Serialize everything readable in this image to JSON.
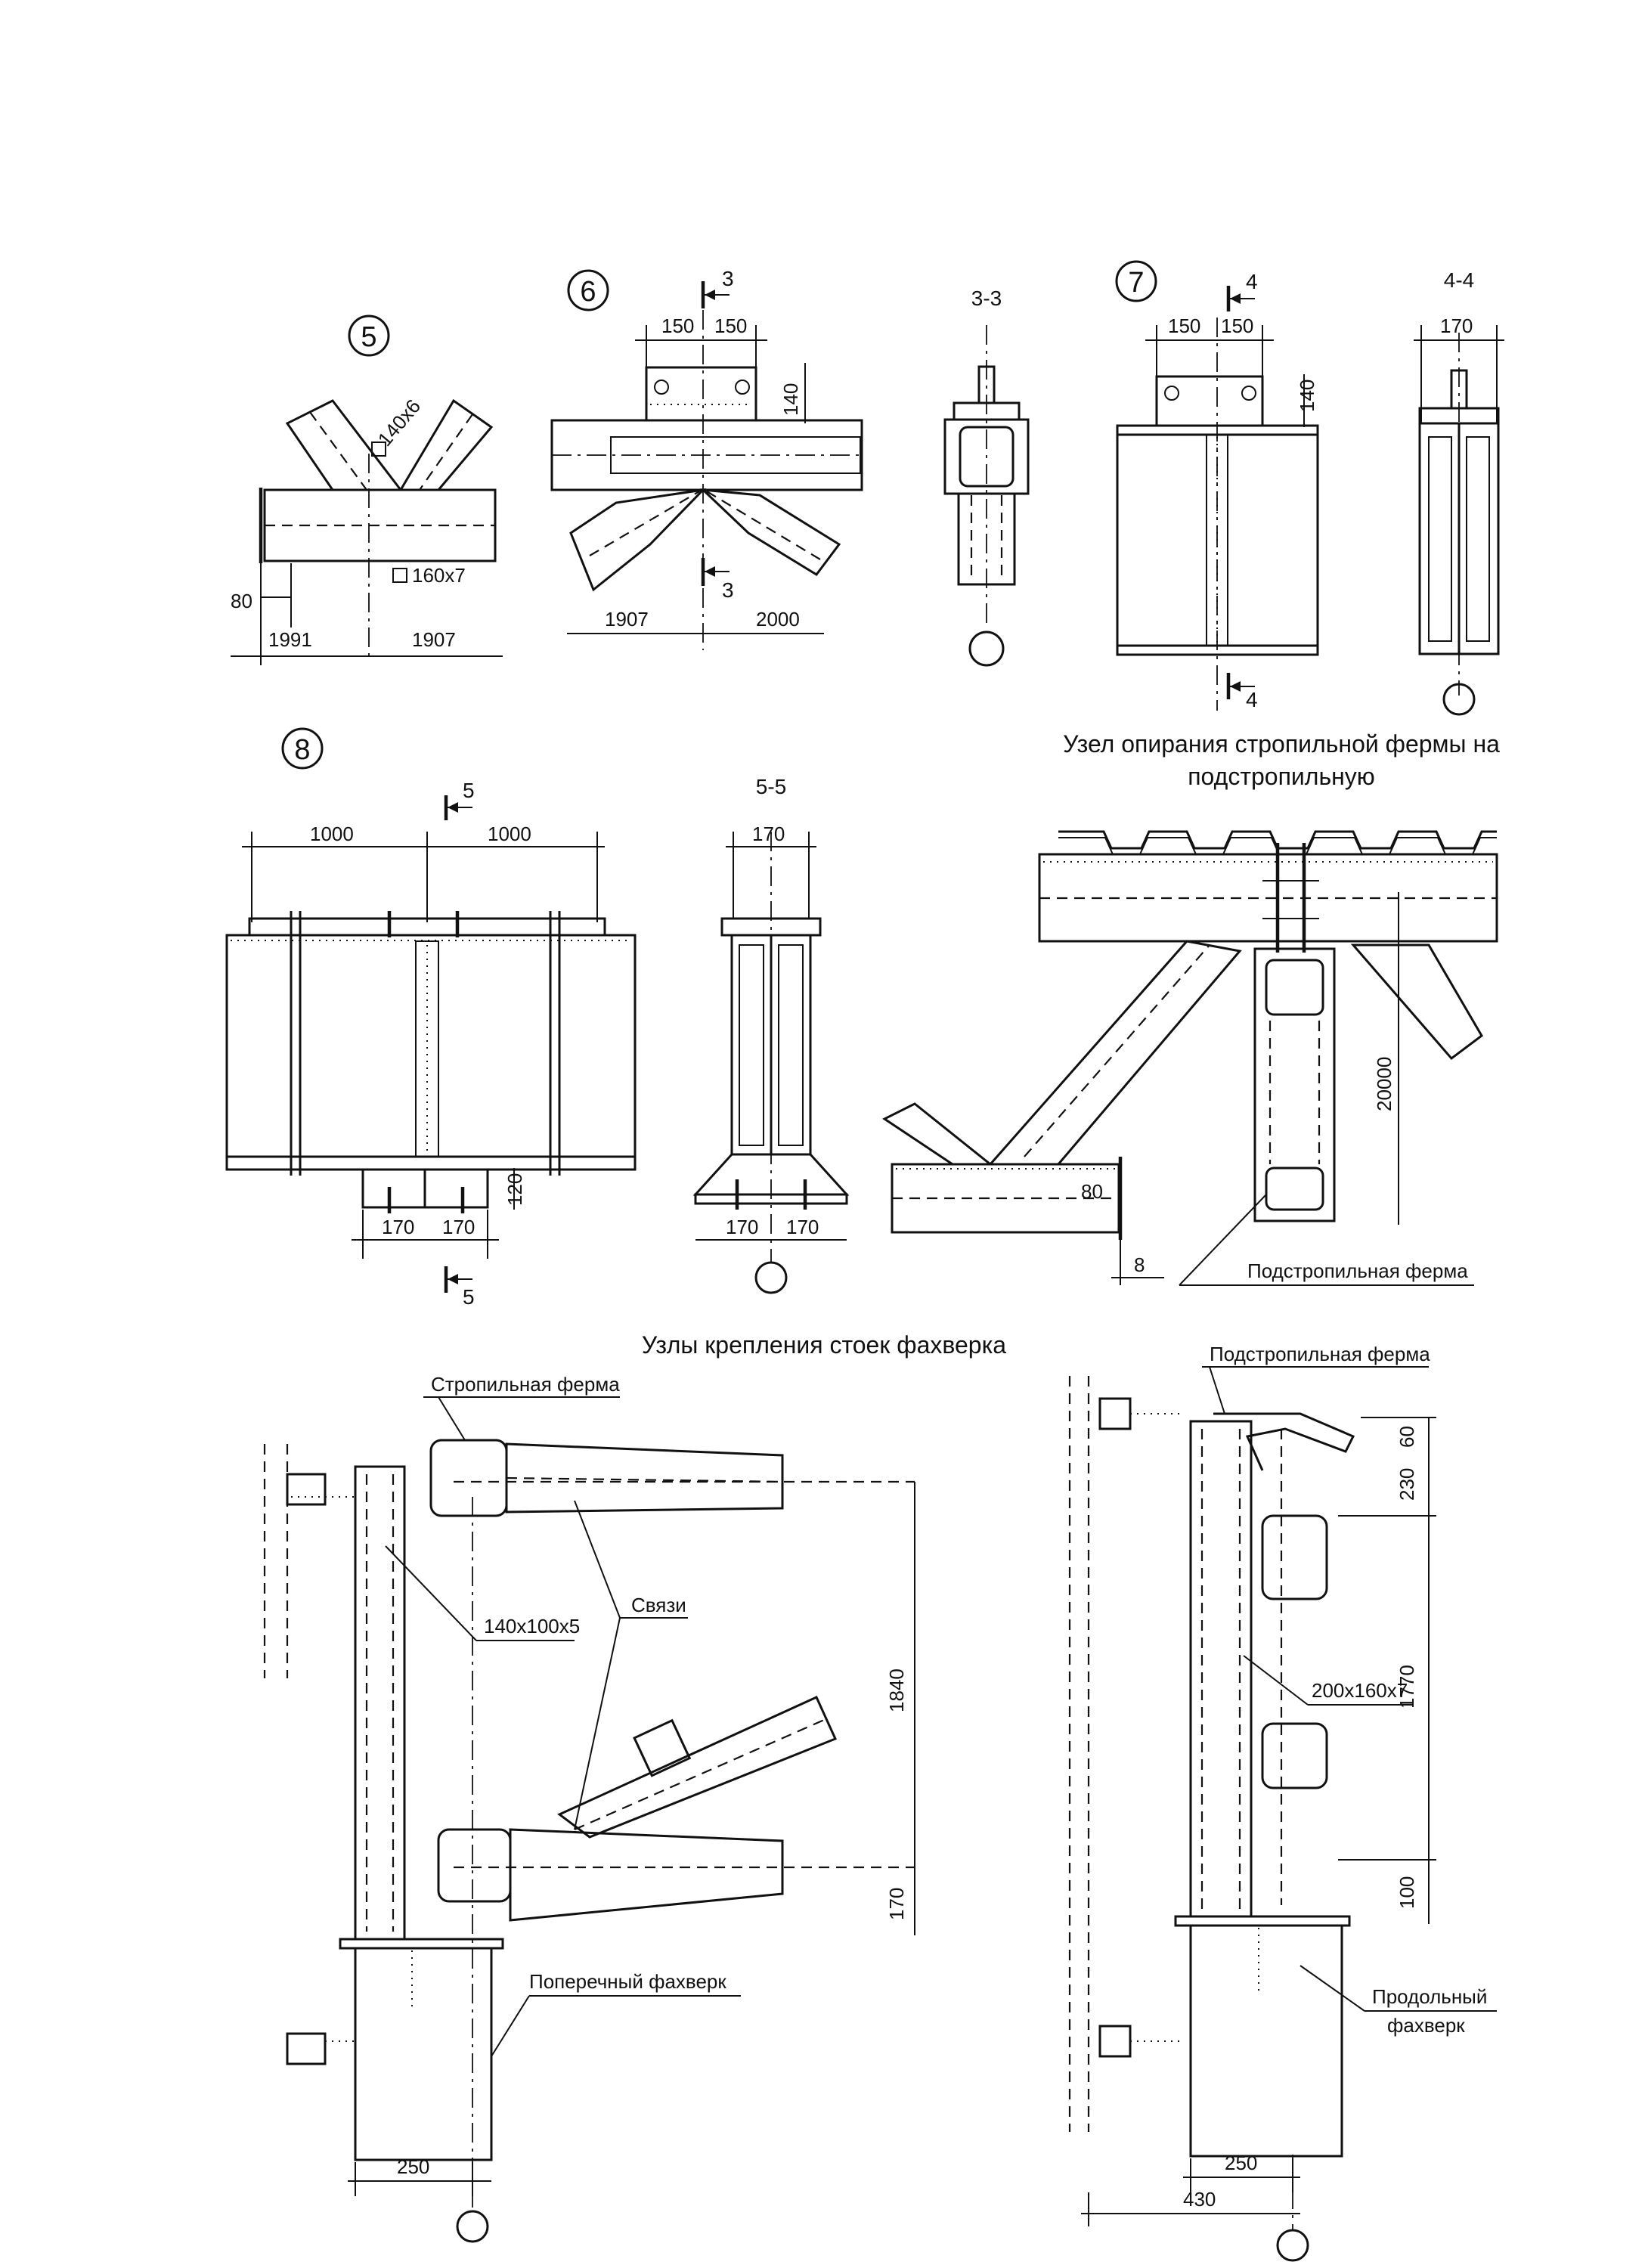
{
  "details": {
    "d5": {
      "number": "5",
      "profile_top": "140х6",
      "profile_chord": "160х7",
      "dim_80": "80",
      "dim_left": "1991",
      "dim_right": "1907"
    },
    "d6": {
      "number": "6",
      "section_mark": "3",
      "dim_150a": "150",
      "dim_150b": "150",
      "dim_140": "140",
      "dim_left": "1907",
      "dim_right": "2000"
    },
    "s33": {
      "title": "3-3"
    },
    "d7": {
      "number": "7",
      "section_mark": "4",
      "dim_150a": "150",
      "dim_150b": "150",
      "dim_140": "140"
    },
    "s44": {
      "title": "4-4",
      "dim_170": "170"
    },
    "d8": {
      "number": "8",
      "section_mark": "5",
      "dim_1000a": "1000",
      "dim_1000b": "1000",
      "dim_120": "120",
      "dim_170a": "170",
      "dim_170b": "170"
    },
    "s55": {
      "title": "5-5",
      "dim_top": "170",
      "dim_170a": "170",
      "dim_170b": "170"
    },
    "support": {
      "title_line1": "Узел опирания стропильной фермы на",
      "title_line2": "подстропильную",
      "dim_20000": "20000",
      "dim_80": "80",
      "dim_8": "8",
      "label": "Подстропильная ферма"
    },
    "fachwerk": {
      "title": "Узлы крепления стоек фахверка",
      "left": {
        "label_truss": "Стропильная ферма",
        "label_bracing": "Связи",
        "label_profile": "140х100х5",
        "label_cross": "Поперечный фахверк",
        "dim_1840": "1840",
        "dim_170": "170",
        "dim_250": "250"
      },
      "right": {
        "label_truss": "Подстропильная ферма",
        "label_long_1": "Продольный",
        "label_long_2": "фахверк",
        "label_profile": "200х160х7",
        "dim_60": "60",
        "dim_230": "230",
        "dim_1770": "1770",
        "dim_100": "100",
        "dim_250": "250",
        "dim_430": "430"
      }
    }
  }
}
